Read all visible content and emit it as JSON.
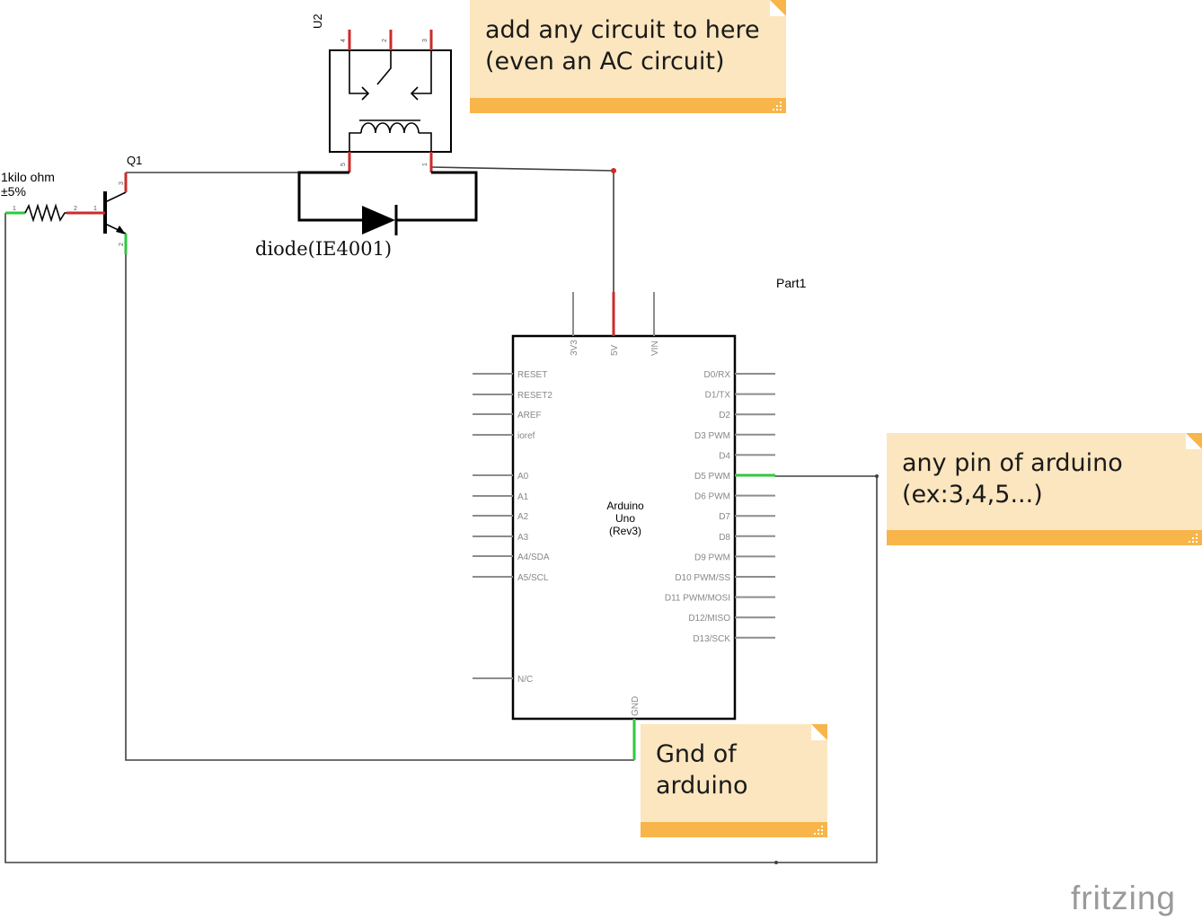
{
  "notes": {
    "relay_note": "add any circuit to here\n(even an AC circuit)",
    "pin_note": "any pin of arduino\n(ex:3,4,5...)",
    "gnd_note": "Gnd of\narduino"
  },
  "relay": {
    "ref": "U2",
    "pins": [
      "4",
      "2",
      "3",
      "5",
      "1"
    ]
  },
  "transistor": {
    "ref": "Q1",
    "pins": [
      "3",
      "2"
    ]
  },
  "resistor": {
    "value": "1kilo ohm",
    "tolerance": "±5%",
    "pins": [
      "1",
      "2",
      "1"
    ]
  },
  "diode": {
    "label": "diode(IE4001)"
  },
  "arduino": {
    "part_label": "Part1",
    "name_line1": "Arduino",
    "name_line2": "Uno",
    "name_line3": "(Rev3)",
    "top_pins": [
      "3V3",
      "5V",
      "VIN"
    ],
    "bottom_pin": "GND",
    "left_pins": [
      "RESET",
      "RESET2",
      "AREF",
      "ioref",
      "A0",
      "A1",
      "A2",
      "A3",
      "A4/SDA",
      "A5/SCL",
      "N/C"
    ],
    "right_pins": [
      "D0/RX",
      "D1/TX",
      "D2",
      "D3 PWM",
      "D4",
      "D5 PWM",
      "D6 PWM",
      "D7",
      "D8",
      "D9 PWM",
      "D10 PWM/SS",
      "D11 PWM/MOSI",
      "D12/MISO",
      "D13/SCK"
    ]
  },
  "brand": "fritzing",
  "colors": {
    "wire": "#404040",
    "pin_red": "#cc2b2b",
    "pin_green": "#2ec93b",
    "note_bg": "#fce6bf",
    "note_accent": "#f7b54a",
    "pin_gray": "#8c8c8c"
  }
}
